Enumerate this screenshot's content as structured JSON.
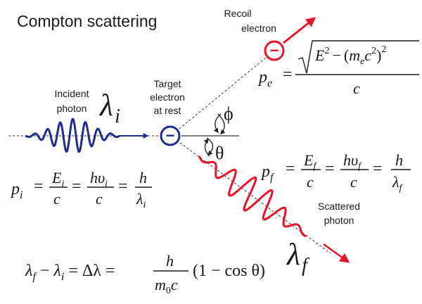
{
  "title": "Compton scattering",
  "labels": {
    "recoil_line1": "Recoil",
    "recoil_line2": "electron",
    "incident_line1": "Incident",
    "incident_line2": "photon",
    "target_line1": "Target",
    "target_line2": "electron",
    "target_line3": "at rest",
    "scattered_line1": "Scattered",
    "scattered_line2": "photon"
  },
  "symbols": {
    "lambda": "λ",
    "sub_i": "i",
    "sub_f": "f",
    "phi": "ϕ",
    "theta": "θ",
    "electron_sign": "−"
  },
  "equations": {
    "pe": {
      "lhs_p": "p",
      "lhs_sub": "e",
      "eq": "=",
      "E": "E",
      "E_sup": "2",
      "minus": "−",
      "paren_open": "(",
      "m": "m",
      "m_sub": "e",
      "c": "c",
      "c_sup": "2",
      "paren_close": ")",
      "outer_sup": "2",
      "den": "c"
    },
    "pi": {
      "lhs_p": "p",
      "lhs_sub": "i",
      "eq": "=",
      "f1_num": "E",
      "f1_num_sub": "i",
      "f1_den": "c",
      "f2_num": "hυ",
      "f2_num_sub": "i",
      "f2_den": "c",
      "f3_num": "h",
      "f3_den": "λ",
      "f3_den_sub": "i"
    },
    "pf": {
      "lhs_p": "p",
      "lhs_sub": "f",
      "eq": "=",
      "f1_num": "E",
      "f1_num_sub": "f",
      "f1_den": "c",
      "f2_num": "hυ",
      "f2_num_sub": "f",
      "f2_den": "c",
      "f3_num": "h",
      "f3_den": "λ",
      "f3_den_sub": "f"
    },
    "shift": {
      "lam1": "λ",
      "lam1_sub": "f",
      "minus": "−",
      "lam2": "λ",
      "lam2_sub": "i",
      "eq": "=",
      "delta": "Δλ",
      "eq2": "=",
      "num": "h",
      "den_m": "m",
      "den_sub": "0",
      "den_c": "c",
      "tail": "(1 − cos θ)"
    }
  },
  "colors": {
    "incident": "#1f2e8c",
    "scattered": "#e8132b",
    "text": "#1a1a1a",
    "line": "#333333"
  }
}
